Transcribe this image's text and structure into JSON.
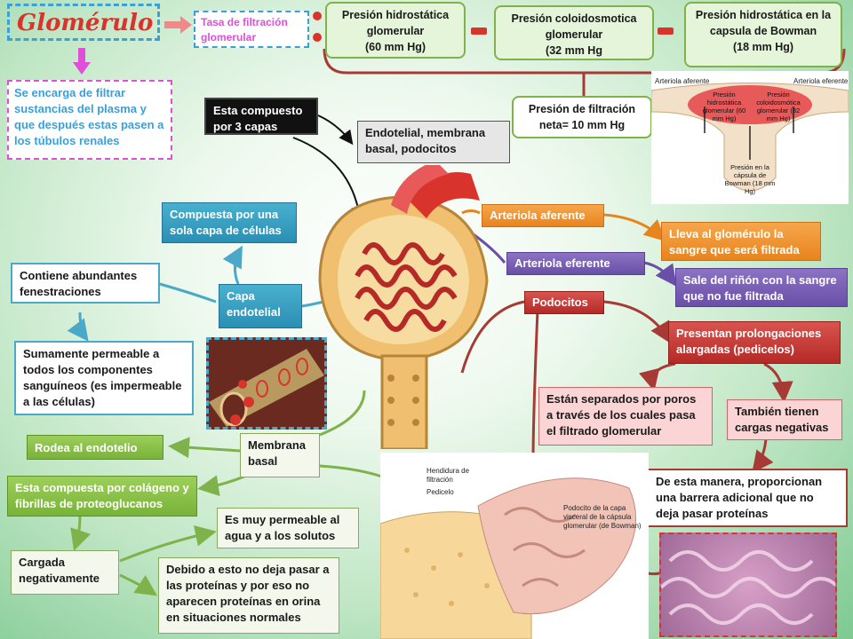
{
  "title": "Glomérulo",
  "description": "Se encarga de filtrar sustancias del plasma y que después estas pasen a los túbulos renales",
  "tasa": "Tasa de filtración glomerular",
  "pressures": {
    "hidrostatica": "Presión hidrostática glomerular\n(60 mm Hg)",
    "coloidosmotica": "Presión coloidosmotica glomerular\n(32 mm Hg",
    "bowman": "Presión hidrostática en la capsula de Bowman\n(18 mm Hg)",
    "neta": "Presión de filtración neta= 10 mm Hg"
  },
  "inset_labels": {
    "arteriola_aferente": "Arteriola aferente",
    "arteriola_eferente": "Arteriola eferente",
    "hidrostatica": "Presión hidrostática glomerular (60 mm Hg)",
    "coloidosmotica": "Presión coloidosmótica glomerular (32 mm Hg)",
    "bowman": "Presión en la cápsula de Bowman (18 mm Hg)"
  },
  "capas": {
    "compuesto": "Esta compuesto por 3 capas",
    "lista": "Endotelial, membrana basal, podocitos"
  },
  "endotelial": {
    "label": "Capa endotelial",
    "una_capa": "Compuesta por una sola capa de células",
    "fenestraciones": "Contiene abundantes fenestraciones",
    "permeable": "Sumamente permeable a todos los componentes sanguíneos (es impermeable a las células)"
  },
  "membrana": {
    "label": "Membrana basal",
    "rodea": "Rodea al endotelio",
    "colageno": "Esta compuesta por colágeno y fibrillas de proteoglucanos",
    "permeable": "Es muy permeable al agua y a los solutos",
    "cargada": "Cargada negativamente",
    "proteinas": "Debido a esto no deja pasar a las proteínas y por eso no aparecen proteínas en orina en situaciones normales"
  },
  "arteriolas": {
    "aferente": "Arteriola aferente",
    "aferente_desc": "Lleva al glomérulo la sangre que será filtrada",
    "eferente": "Arteriola eferente",
    "eferente_desc": "Sale del riñón con la sangre que no fue filtrada"
  },
  "podocitos": {
    "label": "Podocitos",
    "prolongaciones": "Presentan prolongaciones alargadas (pedicelos)",
    "poros": "Están separados por poros a través de los cuales pasa el filtrado glomerular",
    "cargas": "También tienen cargas negativas",
    "barrera": "De esta manera, proporcionan una barrera adicional que no deja pasar proteínas"
  },
  "section_labels": {
    "hendidura": "Hendidura de filtración",
    "pedicelo": "Pedicelo",
    "capa_visceral": "Podocito de la capa visceral de la cápsula glomerular (de Bowman)"
  },
  "colors": {
    "title_red": "#d9342b",
    "orange": "#e8841e",
    "purple": "#6a4fa8",
    "red": "#b52a26",
    "blue": "#2a8fb3",
    "green": "#79b339",
    "magenta": "#e04fd8"
  }
}
